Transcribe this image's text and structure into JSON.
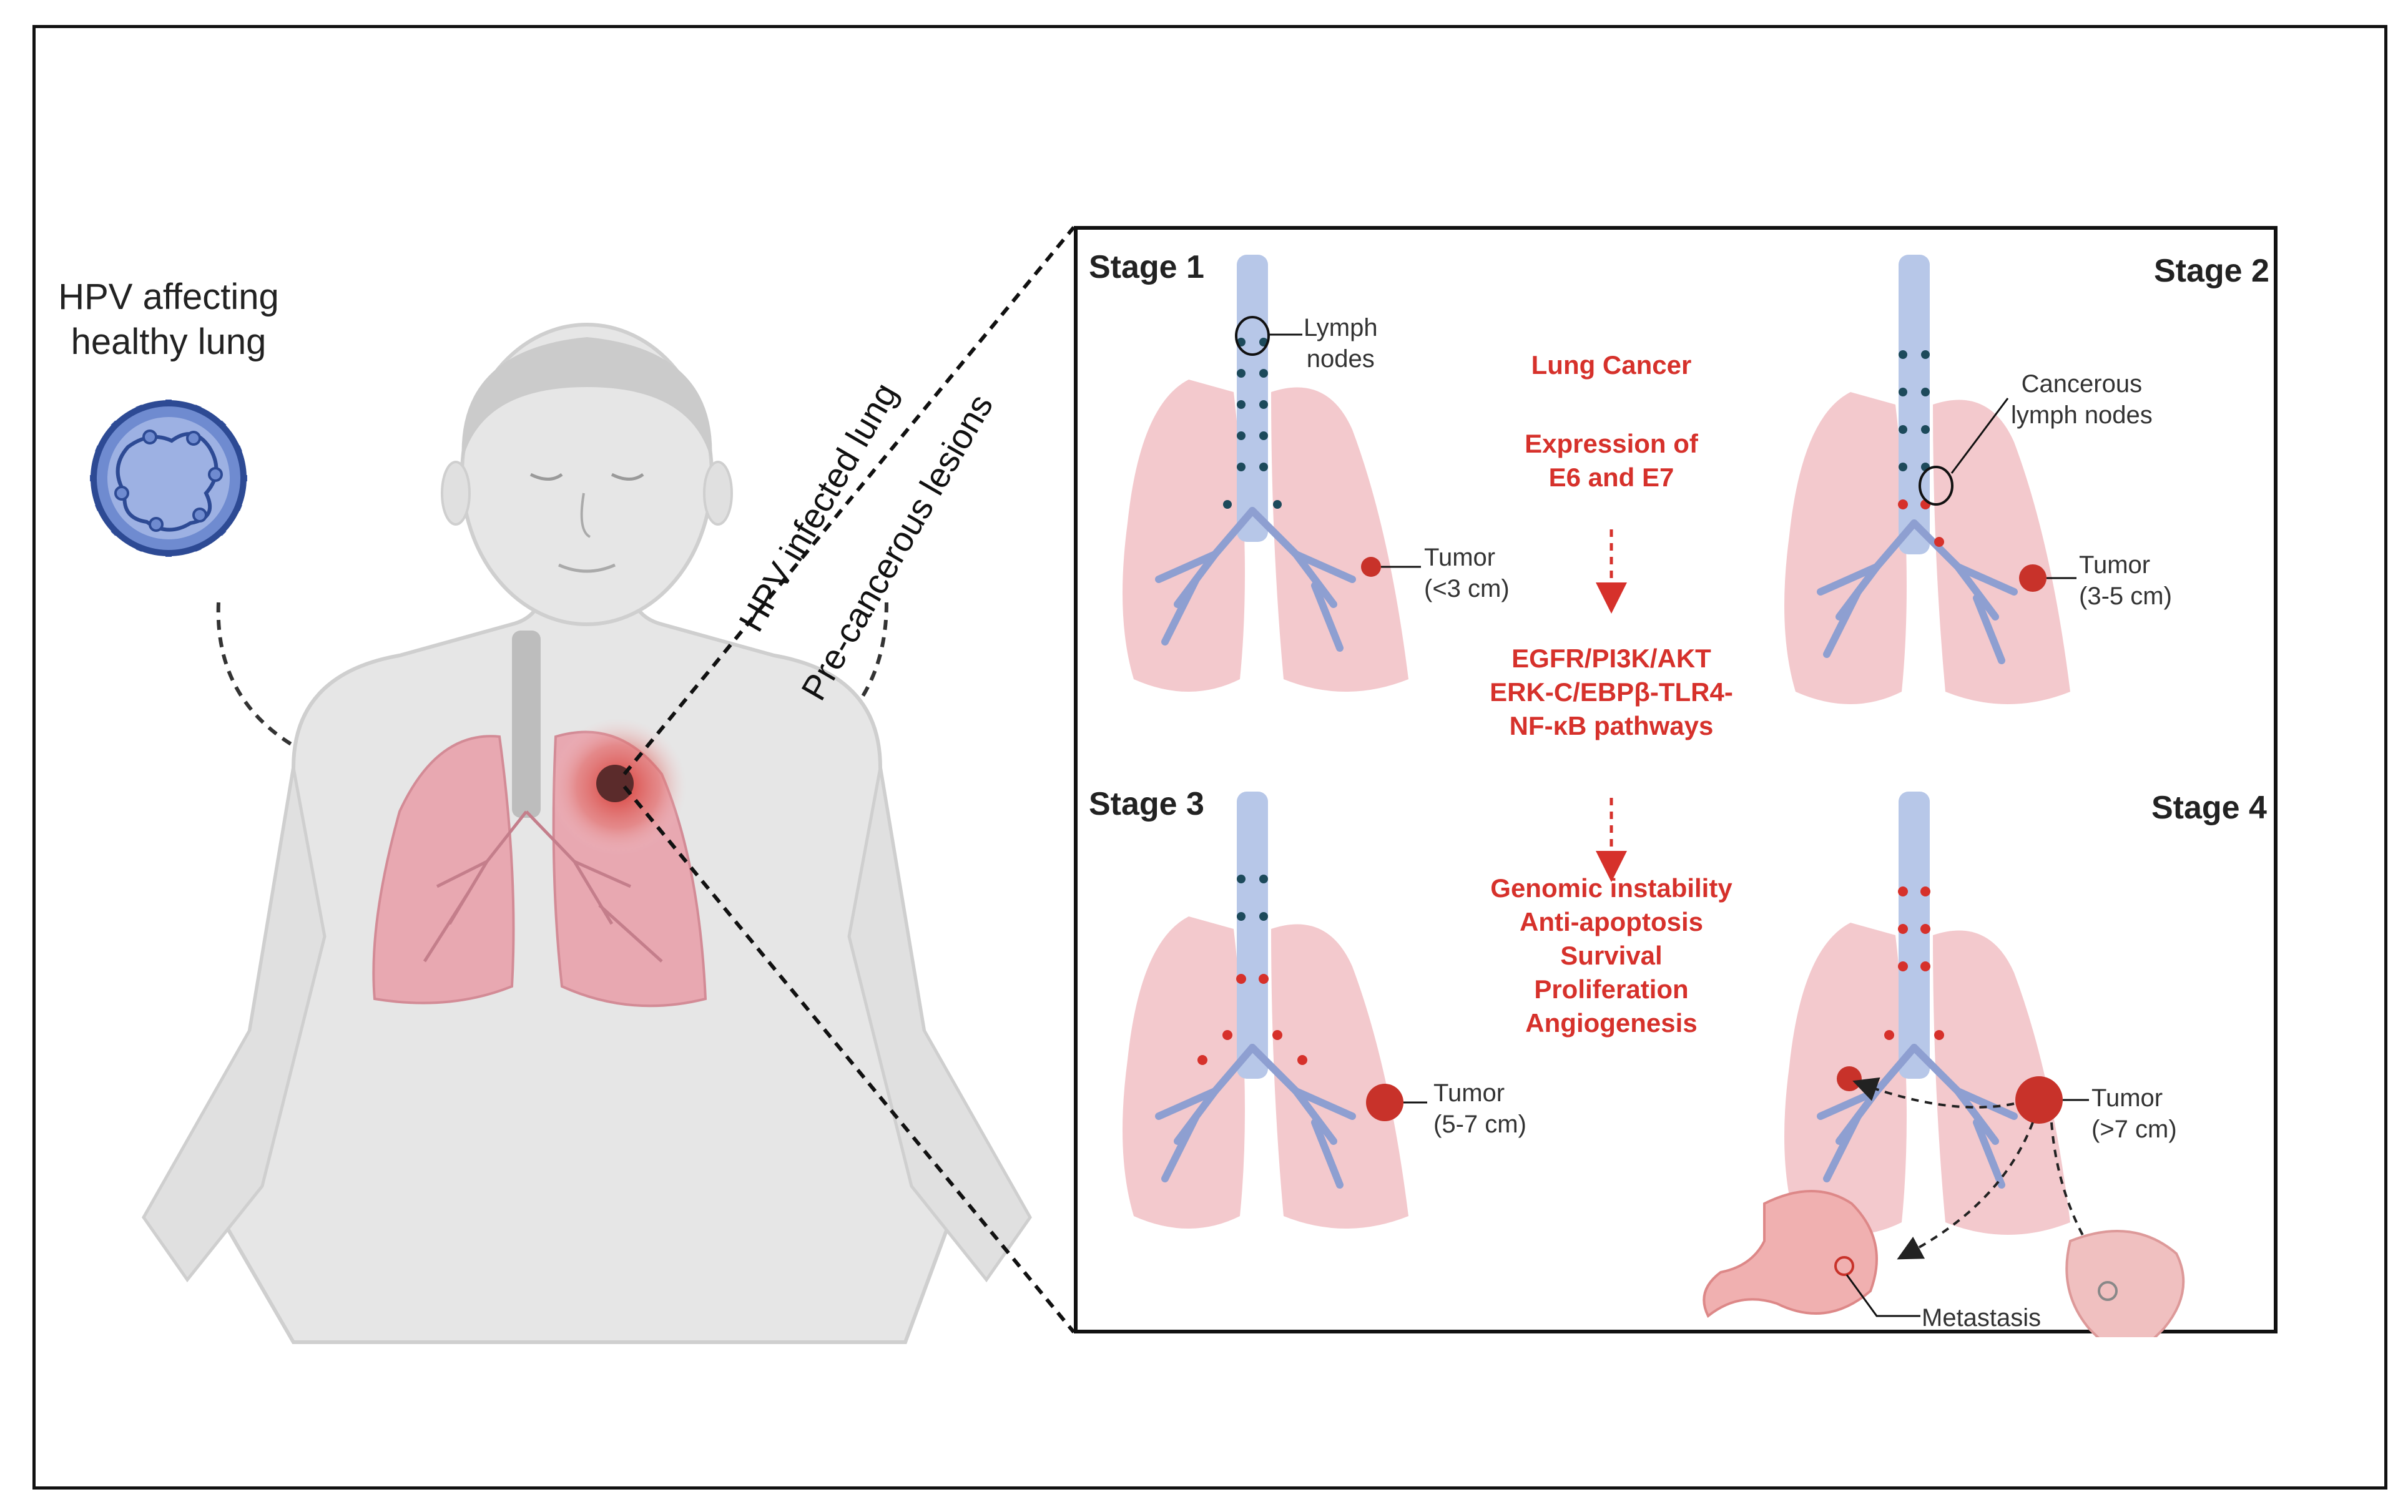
{
  "left": {
    "title_line1": "HPV affecting",
    "title_line2": "healthy lung",
    "rotated_label1": "HPV infected lung",
    "rotated_label2": "Pre-cancerous lesions"
  },
  "stages": [
    {
      "title": "Stage 1",
      "node_label_line1": "Lymph",
      "node_label_line2": "nodes",
      "tumor_label": "Tumor",
      "tumor_size": "(<3 cm)"
    },
    {
      "title": "Stage 2",
      "node_label_line1": "Cancerous",
      "node_label_line2": "lymph nodes",
      "tumor_label": "Tumor",
      "tumor_size": "(3-5 cm)"
    },
    {
      "title": "Stage 3",
      "tumor_label": "Tumor",
      "tumor_size": "(5-7 cm)"
    },
    {
      "title": "Stage 4",
      "tumor_label": "Tumor",
      "tumor_size": "(>7 cm)",
      "metastasis_label": "Metastasis"
    }
  ],
  "center": {
    "line1": "Lung Cancer",
    "line2a": "Expression of",
    "line2b": "E6 and E7",
    "pathway_a": "EGFR/PI3K/AKT",
    "pathway_b": "ERK-C/EBPβ-TLR4-",
    "pathway_c": "NF-κB pathways",
    "outcomes": [
      "Genomic instability",
      "Anti-apoptosis",
      "Survival",
      "Proliferation",
      "Angiogenesis"
    ]
  },
  "colors": {
    "red_text": "#d6312b",
    "lung_pink": "#f3c9cd",
    "bronchi_blue": "#8e9fd1",
    "trachea_blue": "#b7c7e8",
    "virus_blue": "#3d5aa8",
    "lymph_dark": "#1d4a5b",
    "tumor_red": "#c8322a",
    "body_gray": "#e6e6e6"
  }
}
